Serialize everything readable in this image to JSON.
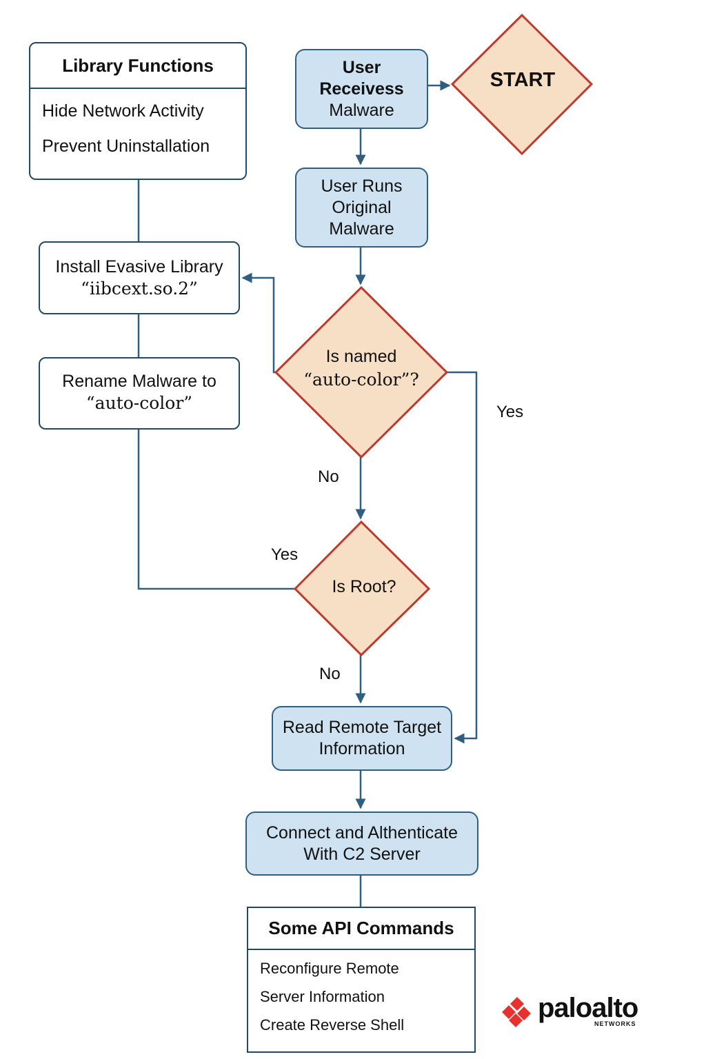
{
  "start": {
    "label": "START"
  },
  "nodes": {
    "user_receives": {
      "line1": "User",
      "line2": "Receivess",
      "line3": "Malware"
    },
    "user_runs": {
      "line1": "User Runs",
      "line2": "Original",
      "line3": "Malware"
    },
    "install_lib": {
      "line1": "Install Evasive Library",
      "line2": "“iibcext.so.2”"
    },
    "rename": {
      "line1": "Rename Malware to",
      "line2": "“auto-color”"
    },
    "read_remote": {
      "line1": "Read Remote Target",
      "line2": "Information"
    },
    "connect": {
      "line1": "Connect and Althenticate",
      "line2": "With C2 Server"
    }
  },
  "decisions": {
    "is_named": {
      "line1": "Is named",
      "line2": "“auto-color”?"
    },
    "is_root": {
      "label": "Is Root?"
    }
  },
  "edge_labels": {
    "yes_named": "Yes",
    "no_named": "No",
    "yes_root": "Yes",
    "no_root": "No"
  },
  "library_functions": {
    "title": "Library Functions",
    "items": [
      "Hide Network Activity",
      "Prevent Uninstallation"
    ]
  },
  "api_commands": {
    "title": "Some API Commands",
    "items": [
      "Reconfigure Remote",
      "Server Information",
      "Create Reverse Shell"
    ]
  },
  "logo": {
    "word": "paloalto",
    "sub": "NETWORKS"
  },
  "colors": {
    "process_fill": "#cfe2f1",
    "decision_fill": "#f7dfc6",
    "decision_stroke": "#c0392b",
    "connector": "#2e5f80",
    "logo_red": "#e8312f"
  }
}
